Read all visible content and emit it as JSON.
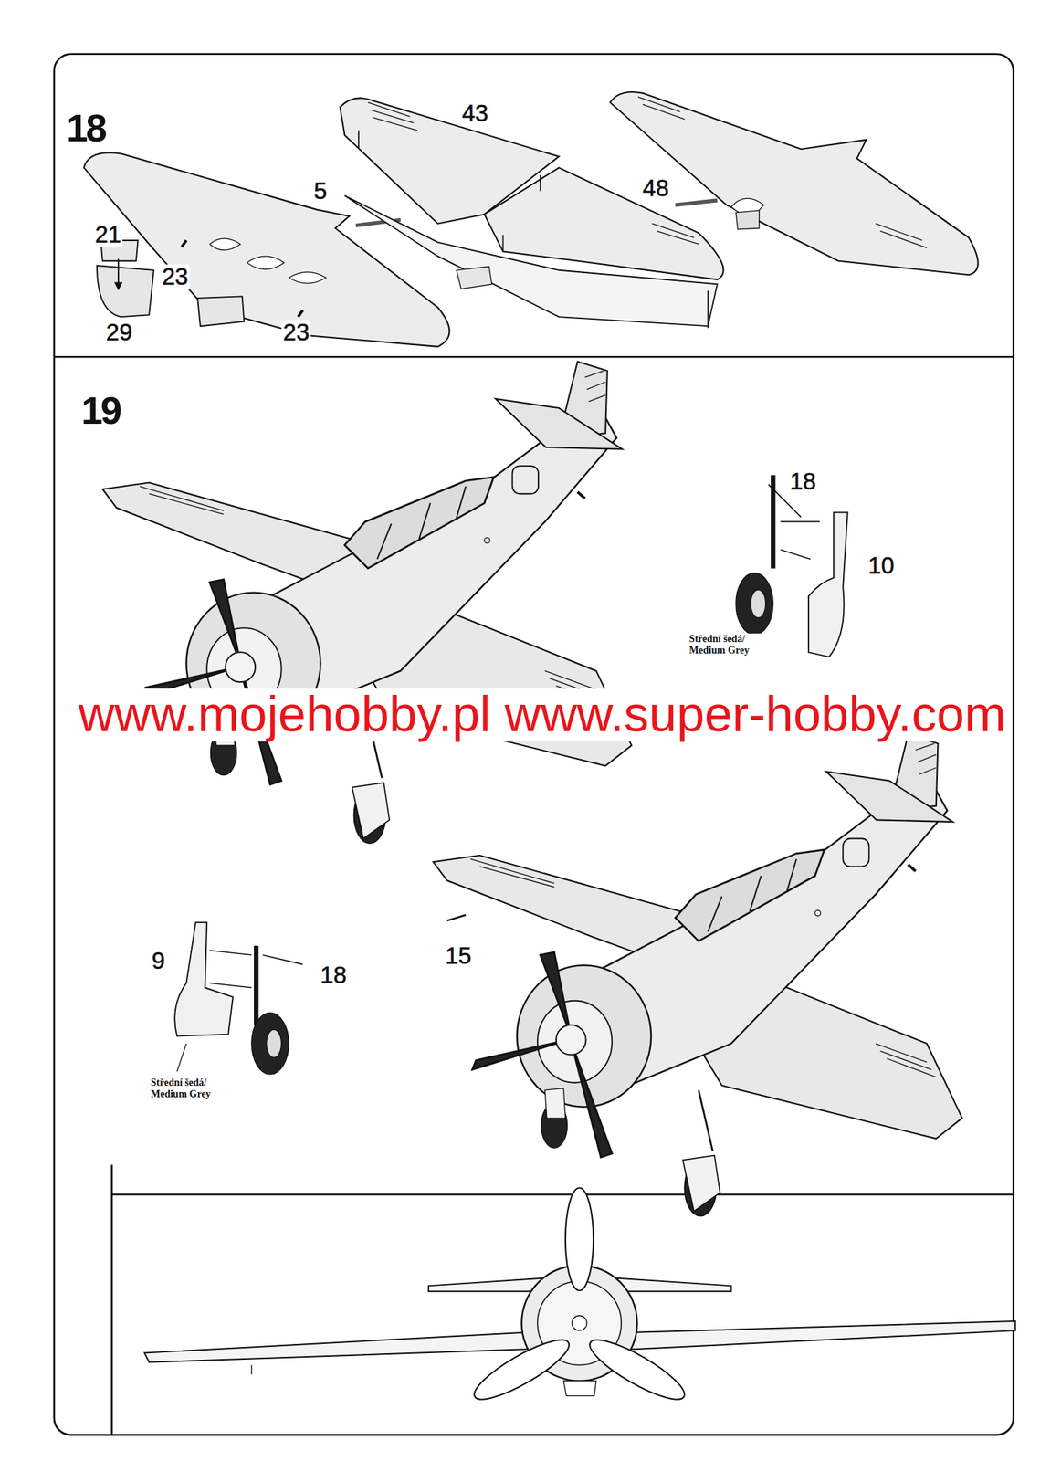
{
  "diagram": {
    "labels": [
      "18",
      "21",
      "23",
      "29",
      "23",
      "5",
      "43",
      "48",
      "19",
      "18",
      "10",
      "Střední šedá/ Medium Grey",
      "9",
      "18",
      "Střední šedá/ Medium Grey",
      "15",
      "www.mojehobby.pl www.super-hobby.com"
    ]
  }
}
